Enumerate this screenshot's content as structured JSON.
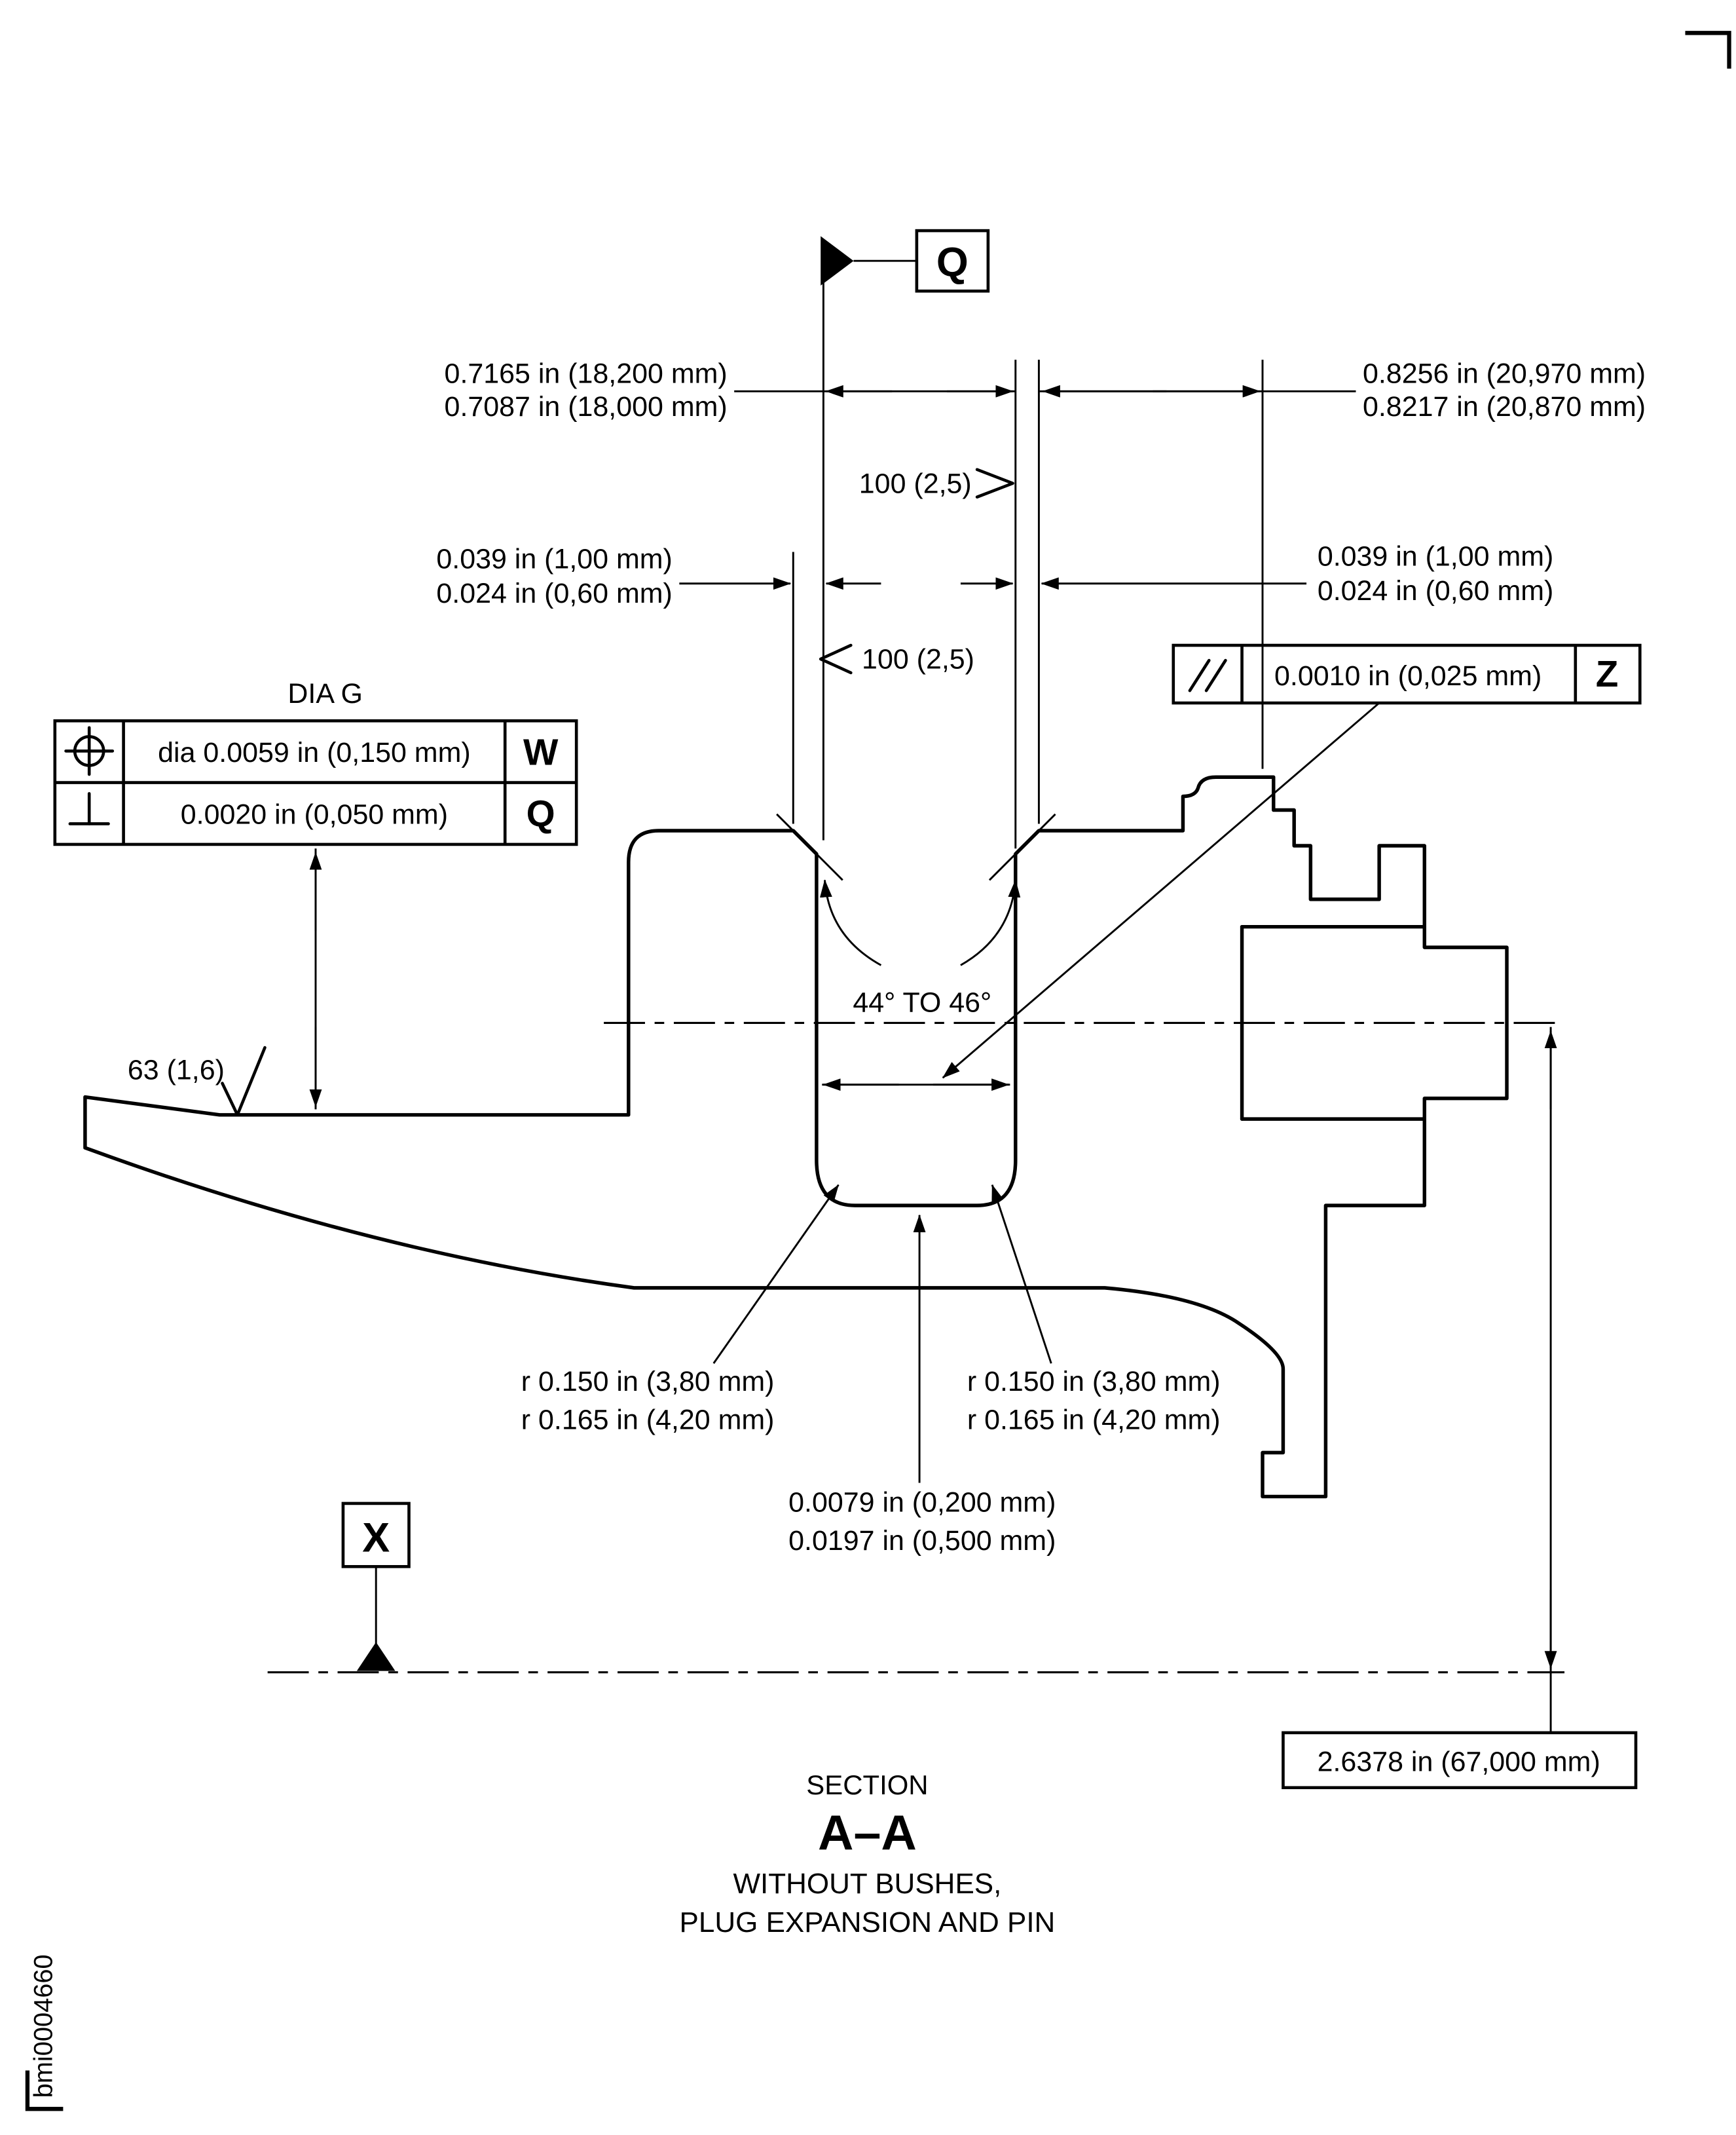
{
  "drawing": {
    "figure_id": "bmi0004660",
    "caption": {
      "section_label": "SECTION",
      "section_name": "A–A",
      "note_line1": "WITHOUT BUSHES,",
      "note_line2": "PLUG EXPANSION AND PIN"
    },
    "datums": {
      "q": "Q",
      "x": "X"
    },
    "dimensions": {
      "slot_width_upper": [
        "0.7165 in (18,200 mm)",
        "0.7087 in (18,000 mm)"
      ],
      "right_width": [
        "0.8256 in (20,970 mm)",
        "0.8217 in (20,870 mm)"
      ],
      "chamfer_left": [
        "0.039 in (1,00 mm)",
        "0.024 in (0,60 mm)"
      ],
      "chamfer_right": [
        "0.039 in (1,00 mm)",
        "0.024 in (0,60 mm)"
      ],
      "radius_left": [
        "r 0.150 in (3,80 mm)",
        "r 0.165 in (4,20 mm)"
      ],
      "radius_right": [
        "r 0.150 in (3,80 mm)",
        "r 0.165 in (4,20 mm)"
      ],
      "bottom_depth": [
        "0.0079 in (0,200 mm)",
        "0.0197 in (0,500 mm)"
      ],
      "center_height": "2.6378 in (67,000 mm)",
      "angle": "44° TO 46°"
    },
    "surface_finish": {
      "finish_100_top": "100 (2,5)",
      "finish_100_side": "100 (2,5)",
      "finish_63": "63 (1,6)"
    },
    "feature_controls": {
      "dia_g_label": "DIA G",
      "position_row": {
        "value": "dia 0.0059 in (0,150 mm)",
        "datum": "W"
      },
      "perpendicularity_row": {
        "value": "0.0020 in (0,050 mm)",
        "datum": "Q"
      },
      "parallelism_row": {
        "value": "0.0010 in (0,025 mm)",
        "datum": "Z"
      }
    }
  }
}
